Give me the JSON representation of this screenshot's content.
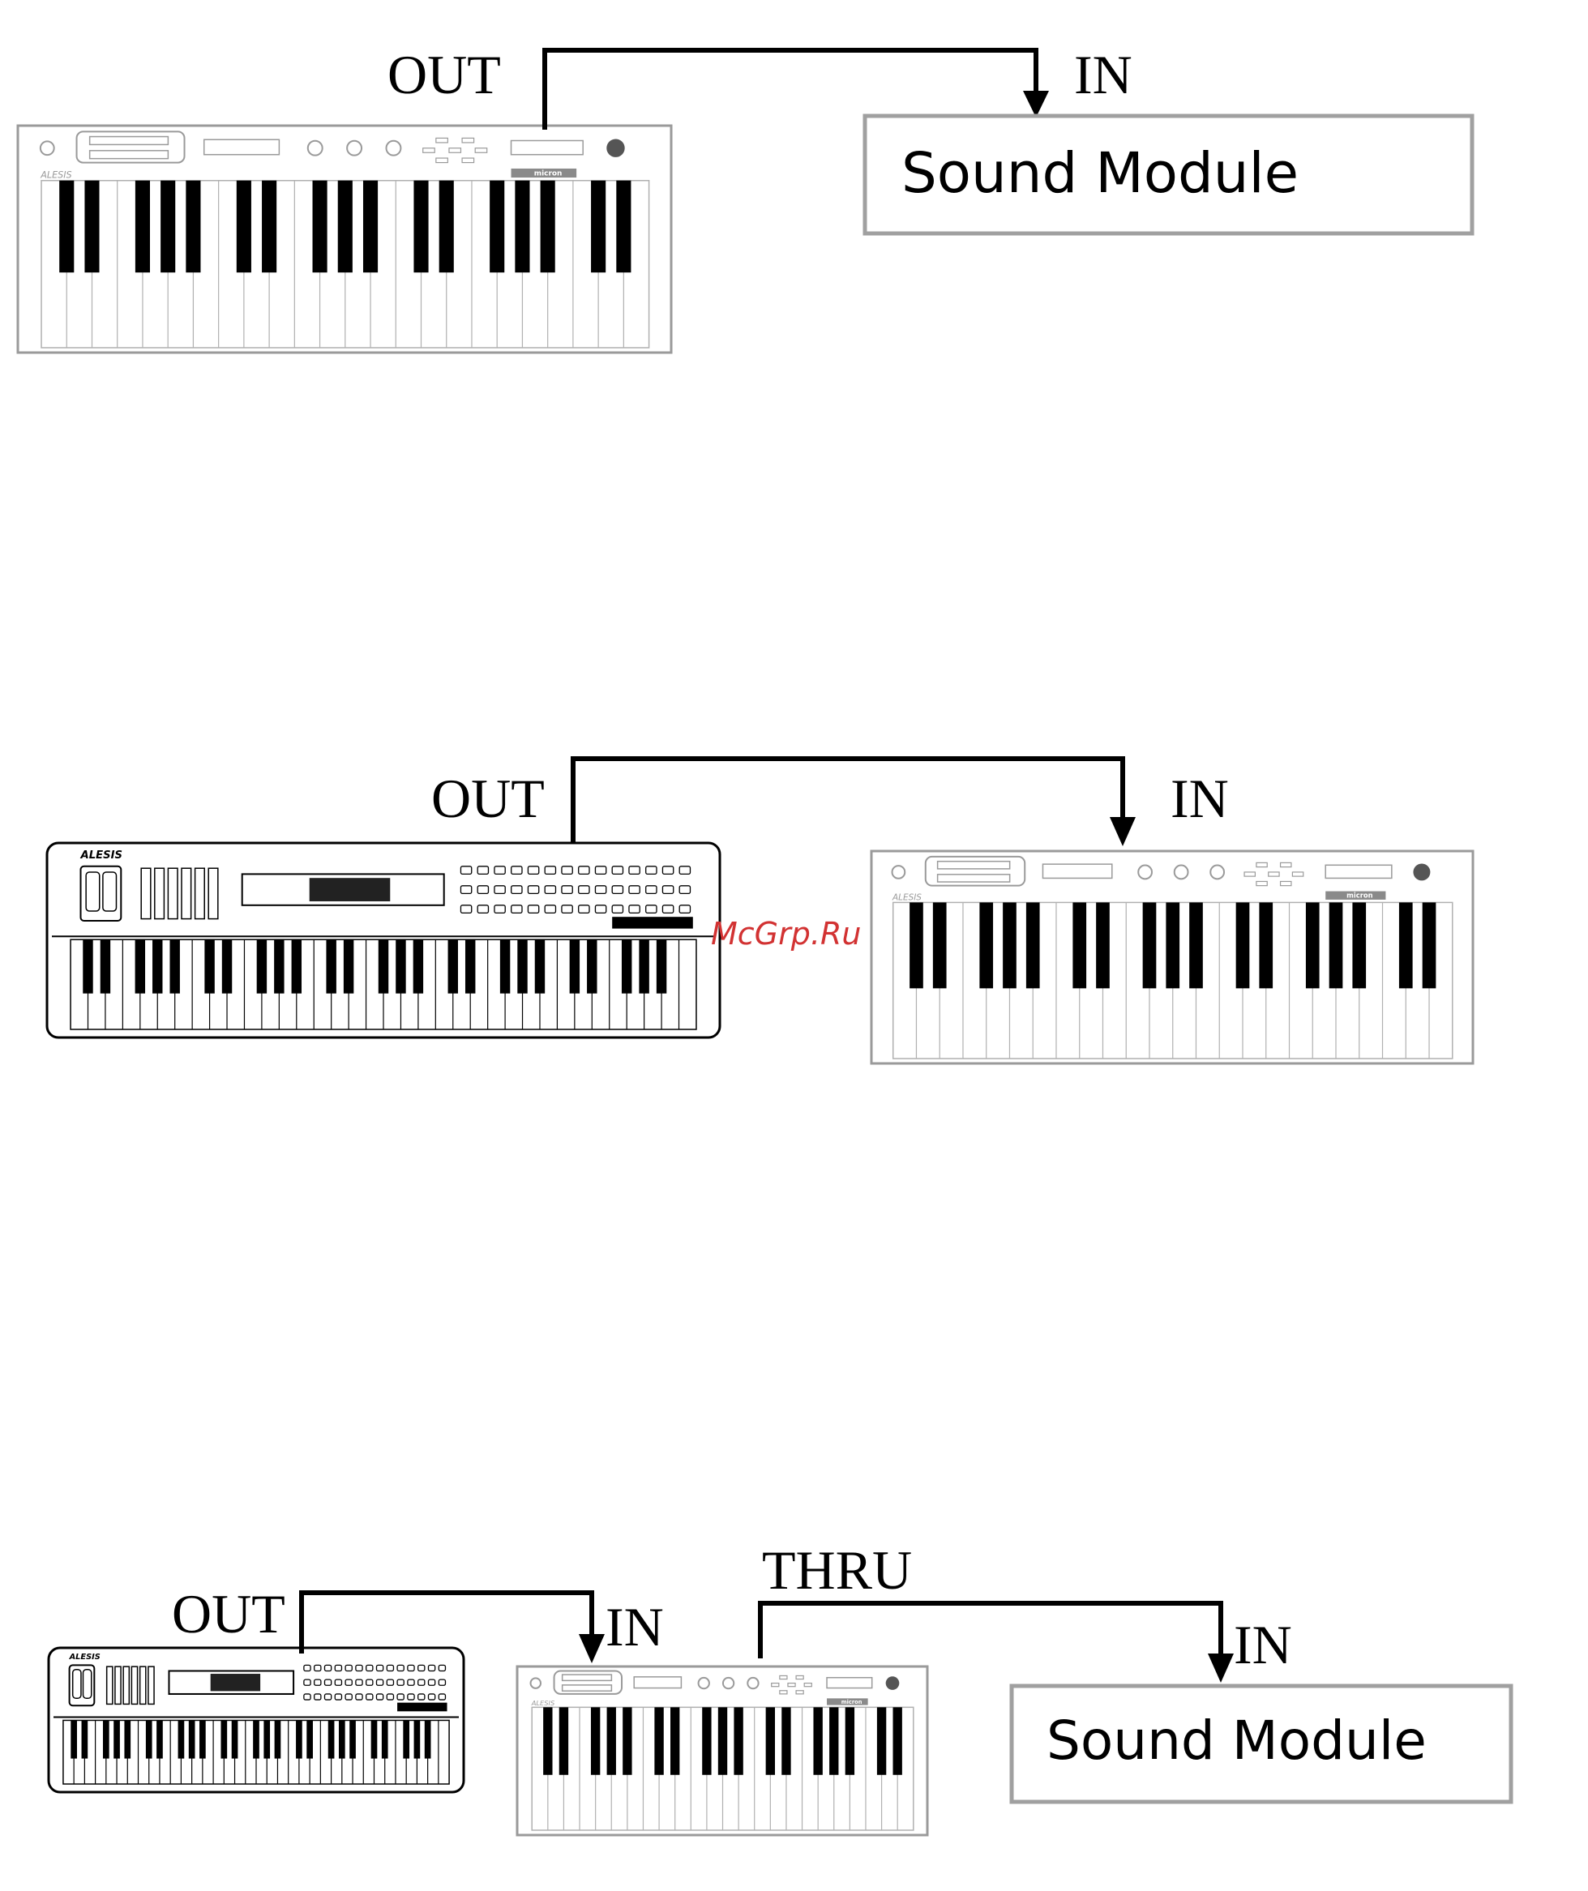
{
  "colors": {
    "line": "#000000",
    "device_outline": "#9a9a9a",
    "module_border": "#a0a0a0",
    "watermark": "#d23232"
  },
  "diagrams": [
    {
      "labels": {
        "out": "OUT",
        "in": "IN"
      },
      "module_text": "Sound Module",
      "source_brand": "ALESIS",
      "source_badge": "micron"
    },
    {
      "labels": {
        "out": "OUT",
        "in": "IN"
      },
      "source_brand": "ALESIS",
      "dest_brand": "ALESIS",
      "dest_badge": "micron"
    },
    {
      "labels": {
        "out": "OUT",
        "in": "IN",
        "thru": "THRU",
        "in2": "IN"
      },
      "module_text": "Sound Module",
      "source_brand": "ALESIS",
      "mid_brand": "ALESIS",
      "mid_badge": "micron"
    }
  ],
  "watermark": "McGrp.Ru"
}
